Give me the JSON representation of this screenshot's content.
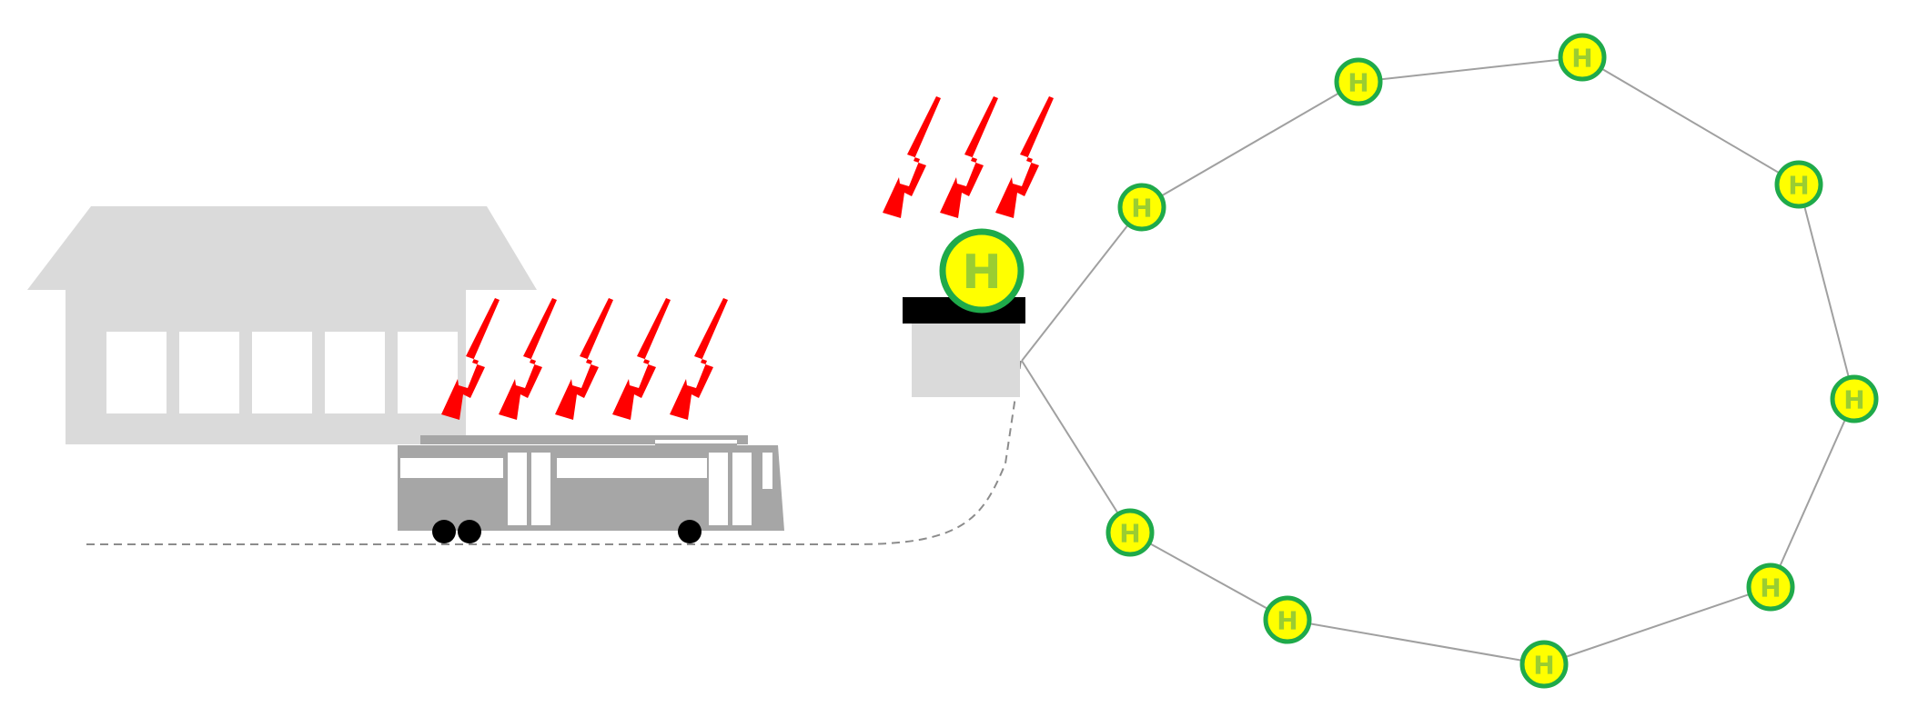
{
  "colors": {
    "background": "#ffffff",
    "depot": "#dadada",
    "bus_body": "#a6a6a6",
    "bus_detail": "#ffffff",
    "wheel": "#000000",
    "lightning": "#ff0000",
    "stop_fill": "#ffff00",
    "stop_ring": "#1faa4a",
    "stop_letter": "#9acd32",
    "route_line": "#a0a0a0",
    "dashed_path": "#8c8c8c",
    "charger_roof": "#000000",
    "charger_box": "#dadada"
  },
  "icons": {
    "depot": "bus-depot-icon",
    "bus": "electric-bus-icon",
    "charging": "lightning-bolt-icon",
    "stop": "bus-stop-h-icon",
    "charger": "charging-station-icon"
  },
  "charging_stop": {
    "letter": "H"
  },
  "route": {
    "stops": [
      "H",
      "H",
      "H",
      "H",
      "H",
      "H",
      "H",
      "H",
      "H",
      "H"
    ]
  }
}
